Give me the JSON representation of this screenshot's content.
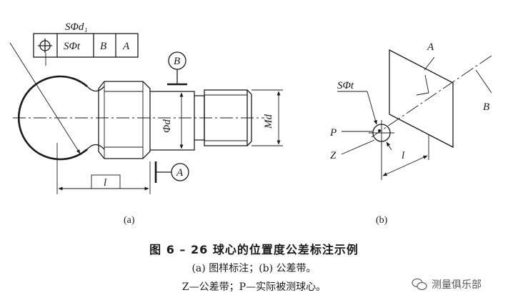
{
  "figure": {
    "panel_a_label": "(a)",
    "panel_b_label": "(b)",
    "title": "图 6 – 26    球心的位置度公差标注示例",
    "subcaption_1": "(a) 图样标注；(b) 公差带。",
    "subcaption_2": "Z—公差带；P—实际被测球心。"
  },
  "panel_a": {
    "frame_header": "SΦd₁",
    "frame_symbol": "⌖",
    "frame_tolerance": "SΦt",
    "frame_datum_1": "B",
    "frame_datum_2": "A",
    "datum_b": "B",
    "datum_a": "A",
    "dim_shank": "Φd",
    "dim_thread": "Md",
    "dim_length": "l"
  },
  "panel_b": {
    "tolerance_label": "SΦt",
    "label_a": "A",
    "label_b": "B",
    "label_p": "P",
    "label_z": "Z",
    "label_l": "l"
  },
  "watermark": {
    "text": "测量俱乐部",
    "icon": "wechat-icon"
  }
}
